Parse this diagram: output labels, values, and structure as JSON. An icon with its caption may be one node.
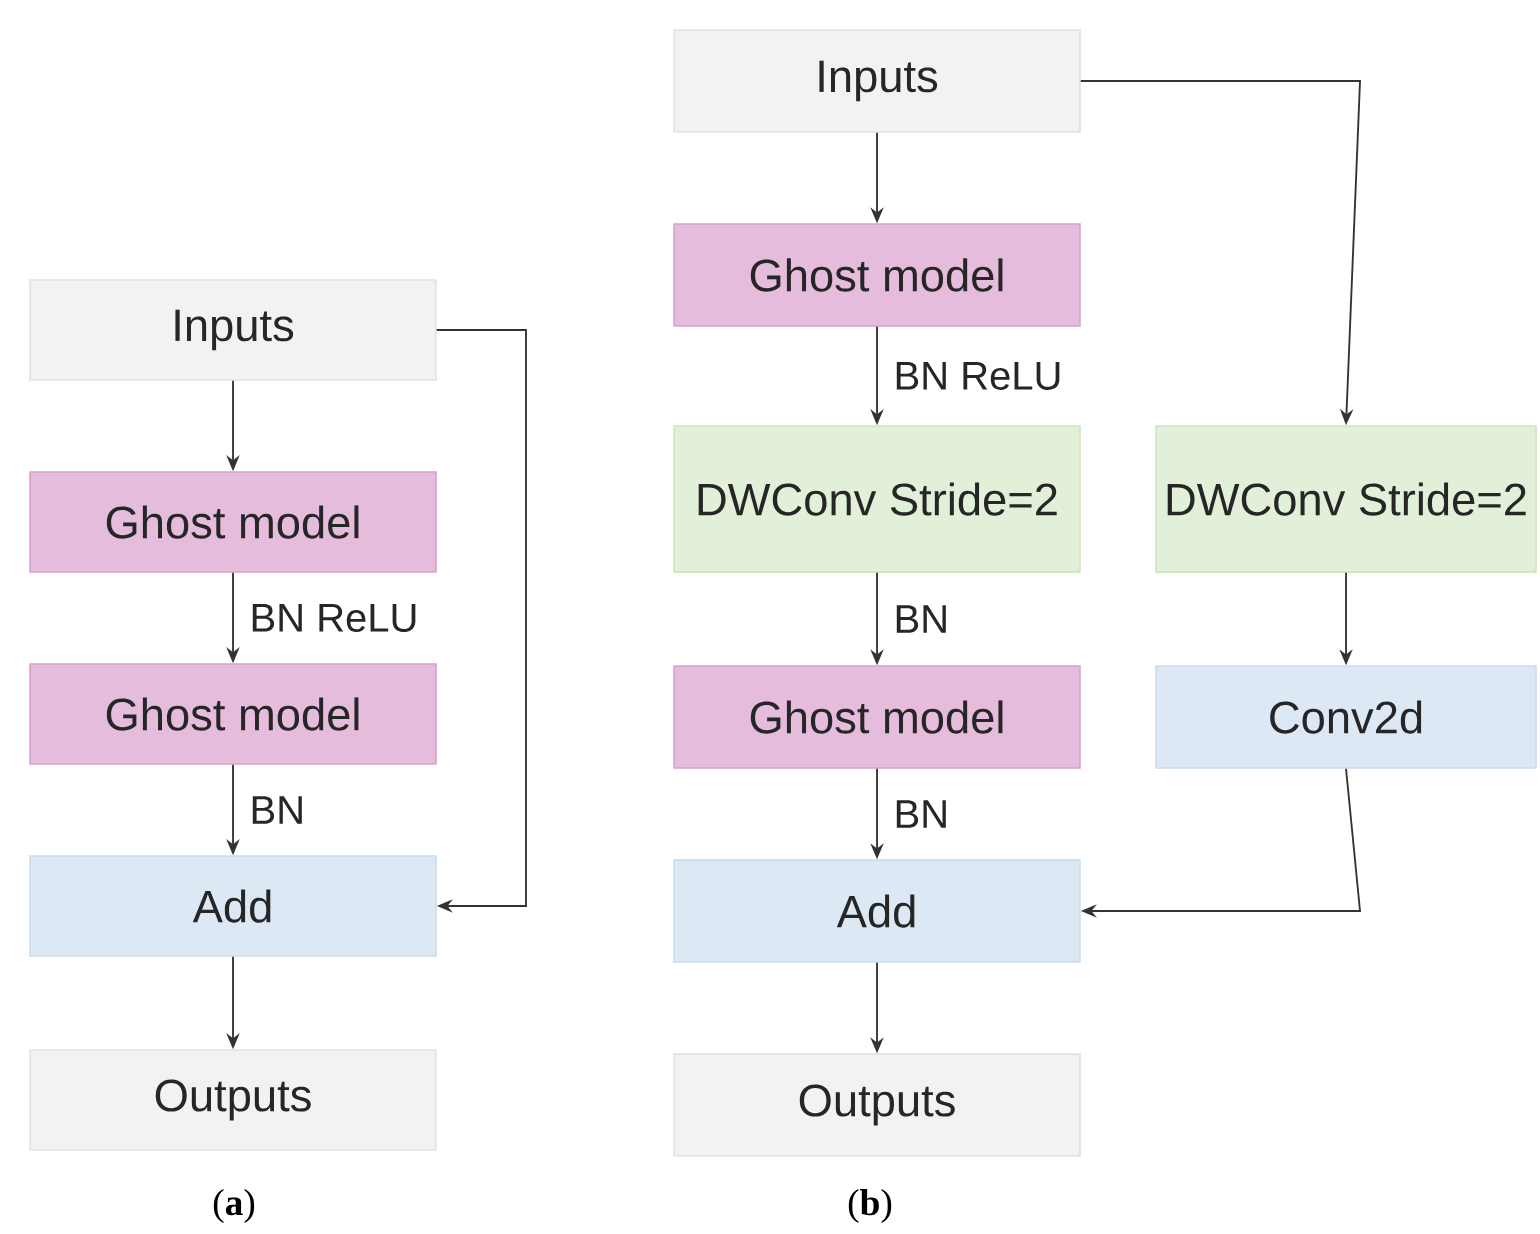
{
  "diagram": {
    "nodes": [
      {
        "text": [
          "Inputs"
        ]
      },
      {
        "text": [
          "Ghost model"
        ]
      },
      {
        "text": [
          "Ghost model"
        ]
      },
      {
        "text": [
          "Add"
        ]
      },
      {
        "text": [
          "Outputs"
        ]
      },
      {
        "text": [
          "Inputs"
        ]
      },
      {
        "text": [
          "Ghost model"
        ]
      },
      {
        "text": [
          "DWConv Stride=2"
        ]
      },
      {
        "text": [
          "Ghost model"
        ]
      },
      {
        "text": [
          "Add"
        ]
      },
      {
        "text": [
          "Outputs"
        ]
      },
      {
        "text": [
          "DWConv Stride=2"
        ]
      },
      {
        "text": [
          "Conv2d"
        ]
      }
    ],
    "edges": [
      {
        "from": 0,
        "to": 1,
        "arrow": "to"
      },
      {
        "from": 1,
        "to": 2,
        "arrow": "to",
        "label": "BN ReLU"
      },
      {
        "from": 2,
        "to": 3,
        "arrow": "to",
        "label": "BN"
      },
      {
        "from": 0,
        "to": 3,
        "arrow": "to"
      },
      {
        "from": 3,
        "to": 4,
        "arrow": "to"
      },
      {
        "from": 5,
        "to": 6,
        "arrow": "to"
      },
      {
        "from": 6,
        "to": 7,
        "arrow": "to",
        "label": "BN ReLU"
      },
      {
        "from": 7,
        "to": 8,
        "arrow": "to",
        "label": "BN"
      },
      {
        "from": 8,
        "to": 9,
        "arrow": "to",
        "label": "BN"
      },
      {
        "from": 9,
        "to": 10,
        "arrow": "to"
      },
      {
        "from": 5,
        "to": 11,
        "arrow": "to"
      },
      {
        "from": 11,
        "to": 12,
        "arrow": "to"
      },
      {
        "from": 12,
        "to": 9,
        "arrow": "to"
      }
    ],
    "labels": [
      "(**a**)",
      "(**b**)"
    ]
  }
}
